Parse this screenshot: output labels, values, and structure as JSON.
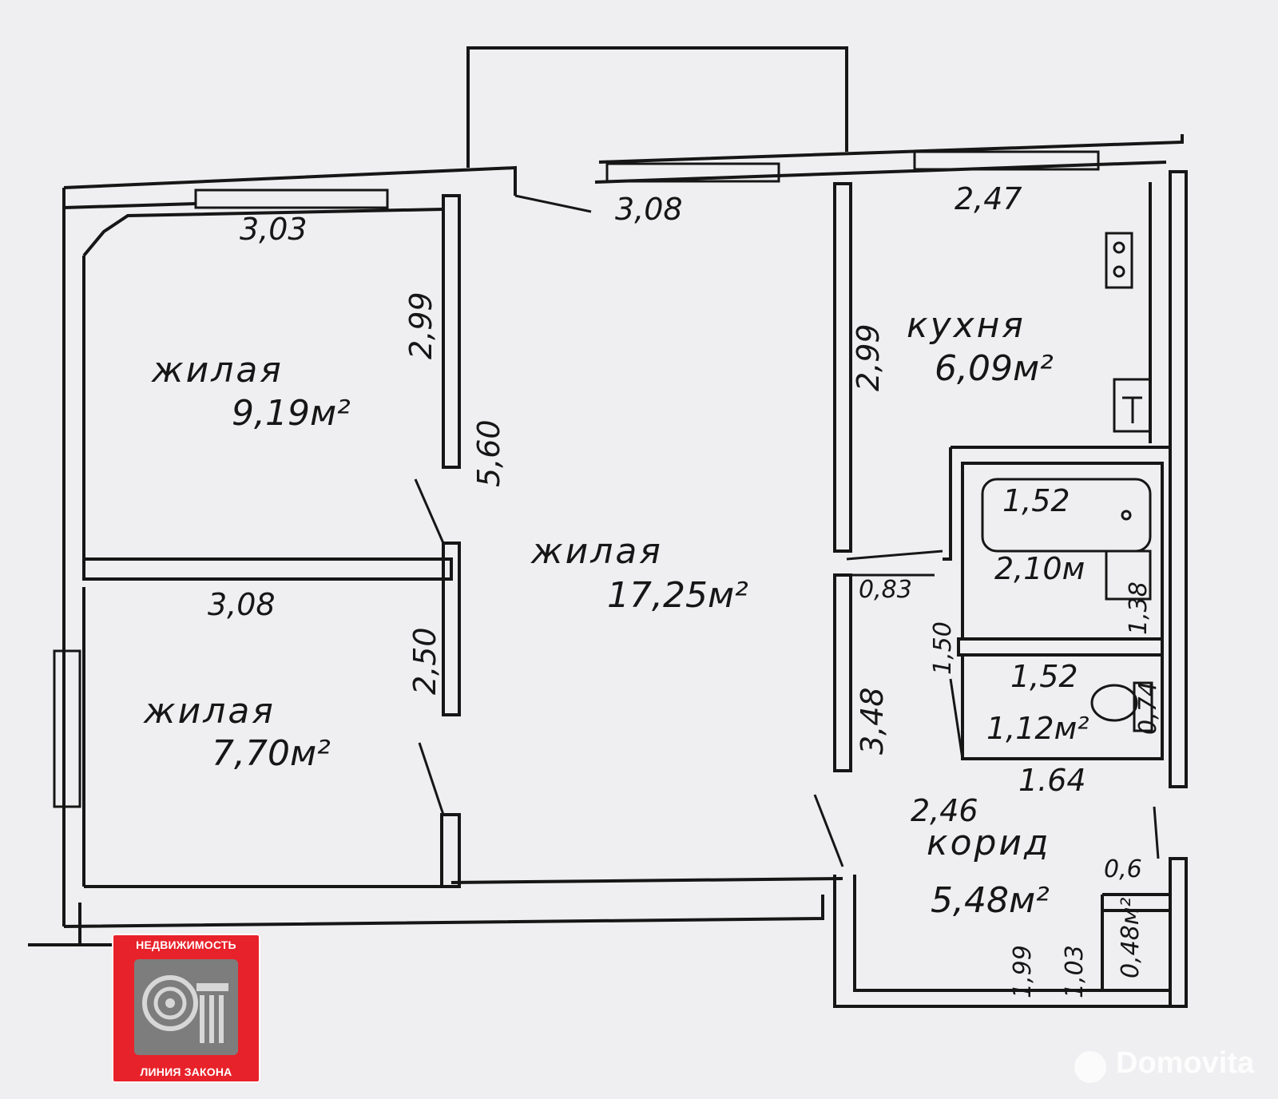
{
  "plan": {
    "rooms": [
      {
        "name": "жилая",
        "area": "9,19м²"
      },
      {
        "name": "жилая",
        "area": "17,25м²"
      },
      {
        "name": "жилая",
        "area": "7,70м²"
      },
      {
        "name": "кухня",
        "area": "6,09м²"
      },
      {
        "name": "корид",
        "area": "5,48м²"
      }
    ],
    "bath": {
      "length": "1,52",
      "area": "2,10м",
      "side": "1,38"
    },
    "toilet": {
      "length": "1,52",
      "area": "1,12м²",
      "side": "0,74"
    },
    "closet": {
      "area": "0,48м²"
    },
    "dims": {
      "d303": "3,03",
      "d308top": "3,08",
      "d247": "2,47",
      "d299a": "2,99",
      "d299b": "2,99",
      "d560": "5,60",
      "d308mid": "3,08",
      "d250": "2,50",
      "d083": "0,83",
      "d150": "1,50",
      "d348": "3,48",
      "d164": "1.64",
      "d246": "2,46",
      "d06": "0,6",
      "d199": "1,99",
      "d103": "1,03"
    }
  },
  "logo": {
    "top_text": "НЕДВИЖИМОСТЬ",
    "bottom_text": "ЛИНИЯ ЗАКОНА"
  },
  "watermark": {
    "text": "Domovita"
  }
}
